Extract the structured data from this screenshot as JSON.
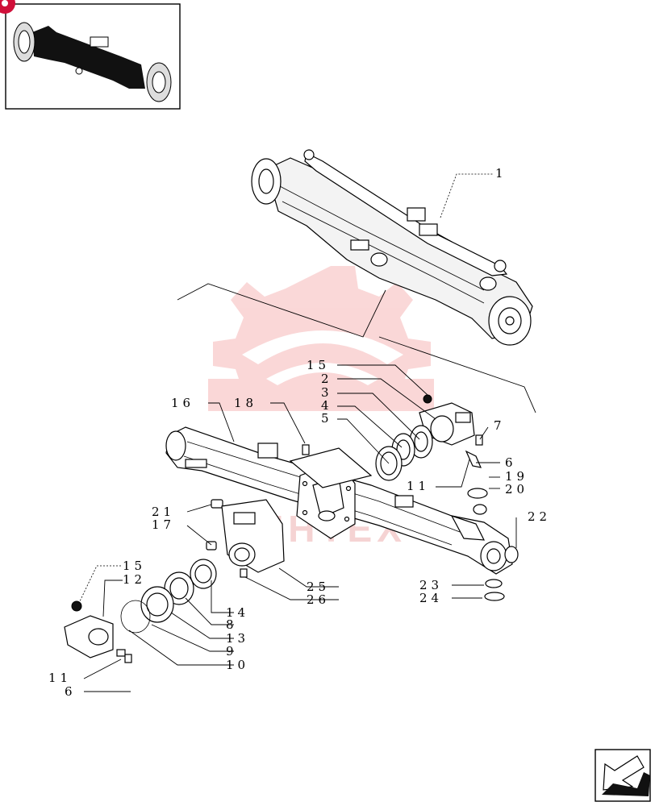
{
  "badge": {
    "color": "#d0103a"
  },
  "watermark": {
    "text": "UHTEX",
    "color": "#f0a0a0"
  },
  "labels": {
    "l1": "1",
    "l15a": "15",
    "l2a": "2",
    "l3": "3",
    "l4": "4",
    "l5": "5",
    "l16": "16",
    "l18": "18",
    "l7": "7",
    "l6a": "6",
    "l11a": "11",
    "l19": "19",
    "l20": "20",
    "l21": "21",
    "l17": "17",
    "l22": "22",
    "l15b": "15",
    "l12": "12",
    "l25": "25",
    "l26": "26",
    "l14": "14",
    "l8": "8",
    "l13": "13",
    "l9": "9",
    "l10": "10",
    "l11b": "11",
    "l6b": "6",
    "l23": "23",
    "l24": "24"
  },
  "icons": {
    "thumbnail": "axle-thumbnail-icon",
    "nav": "next-page-arrow-icon"
  }
}
